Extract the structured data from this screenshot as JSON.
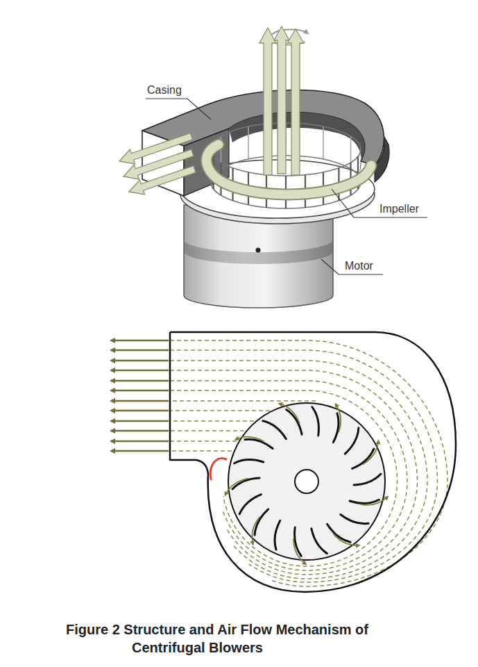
{
  "diagram": {
    "caption": "Figure 2 Structure and Air Flow Mechanism of Centrifugal Blowers",
    "labels": [
      "Casing",
      "Impeller",
      "Motor"
    ]
  }
}
